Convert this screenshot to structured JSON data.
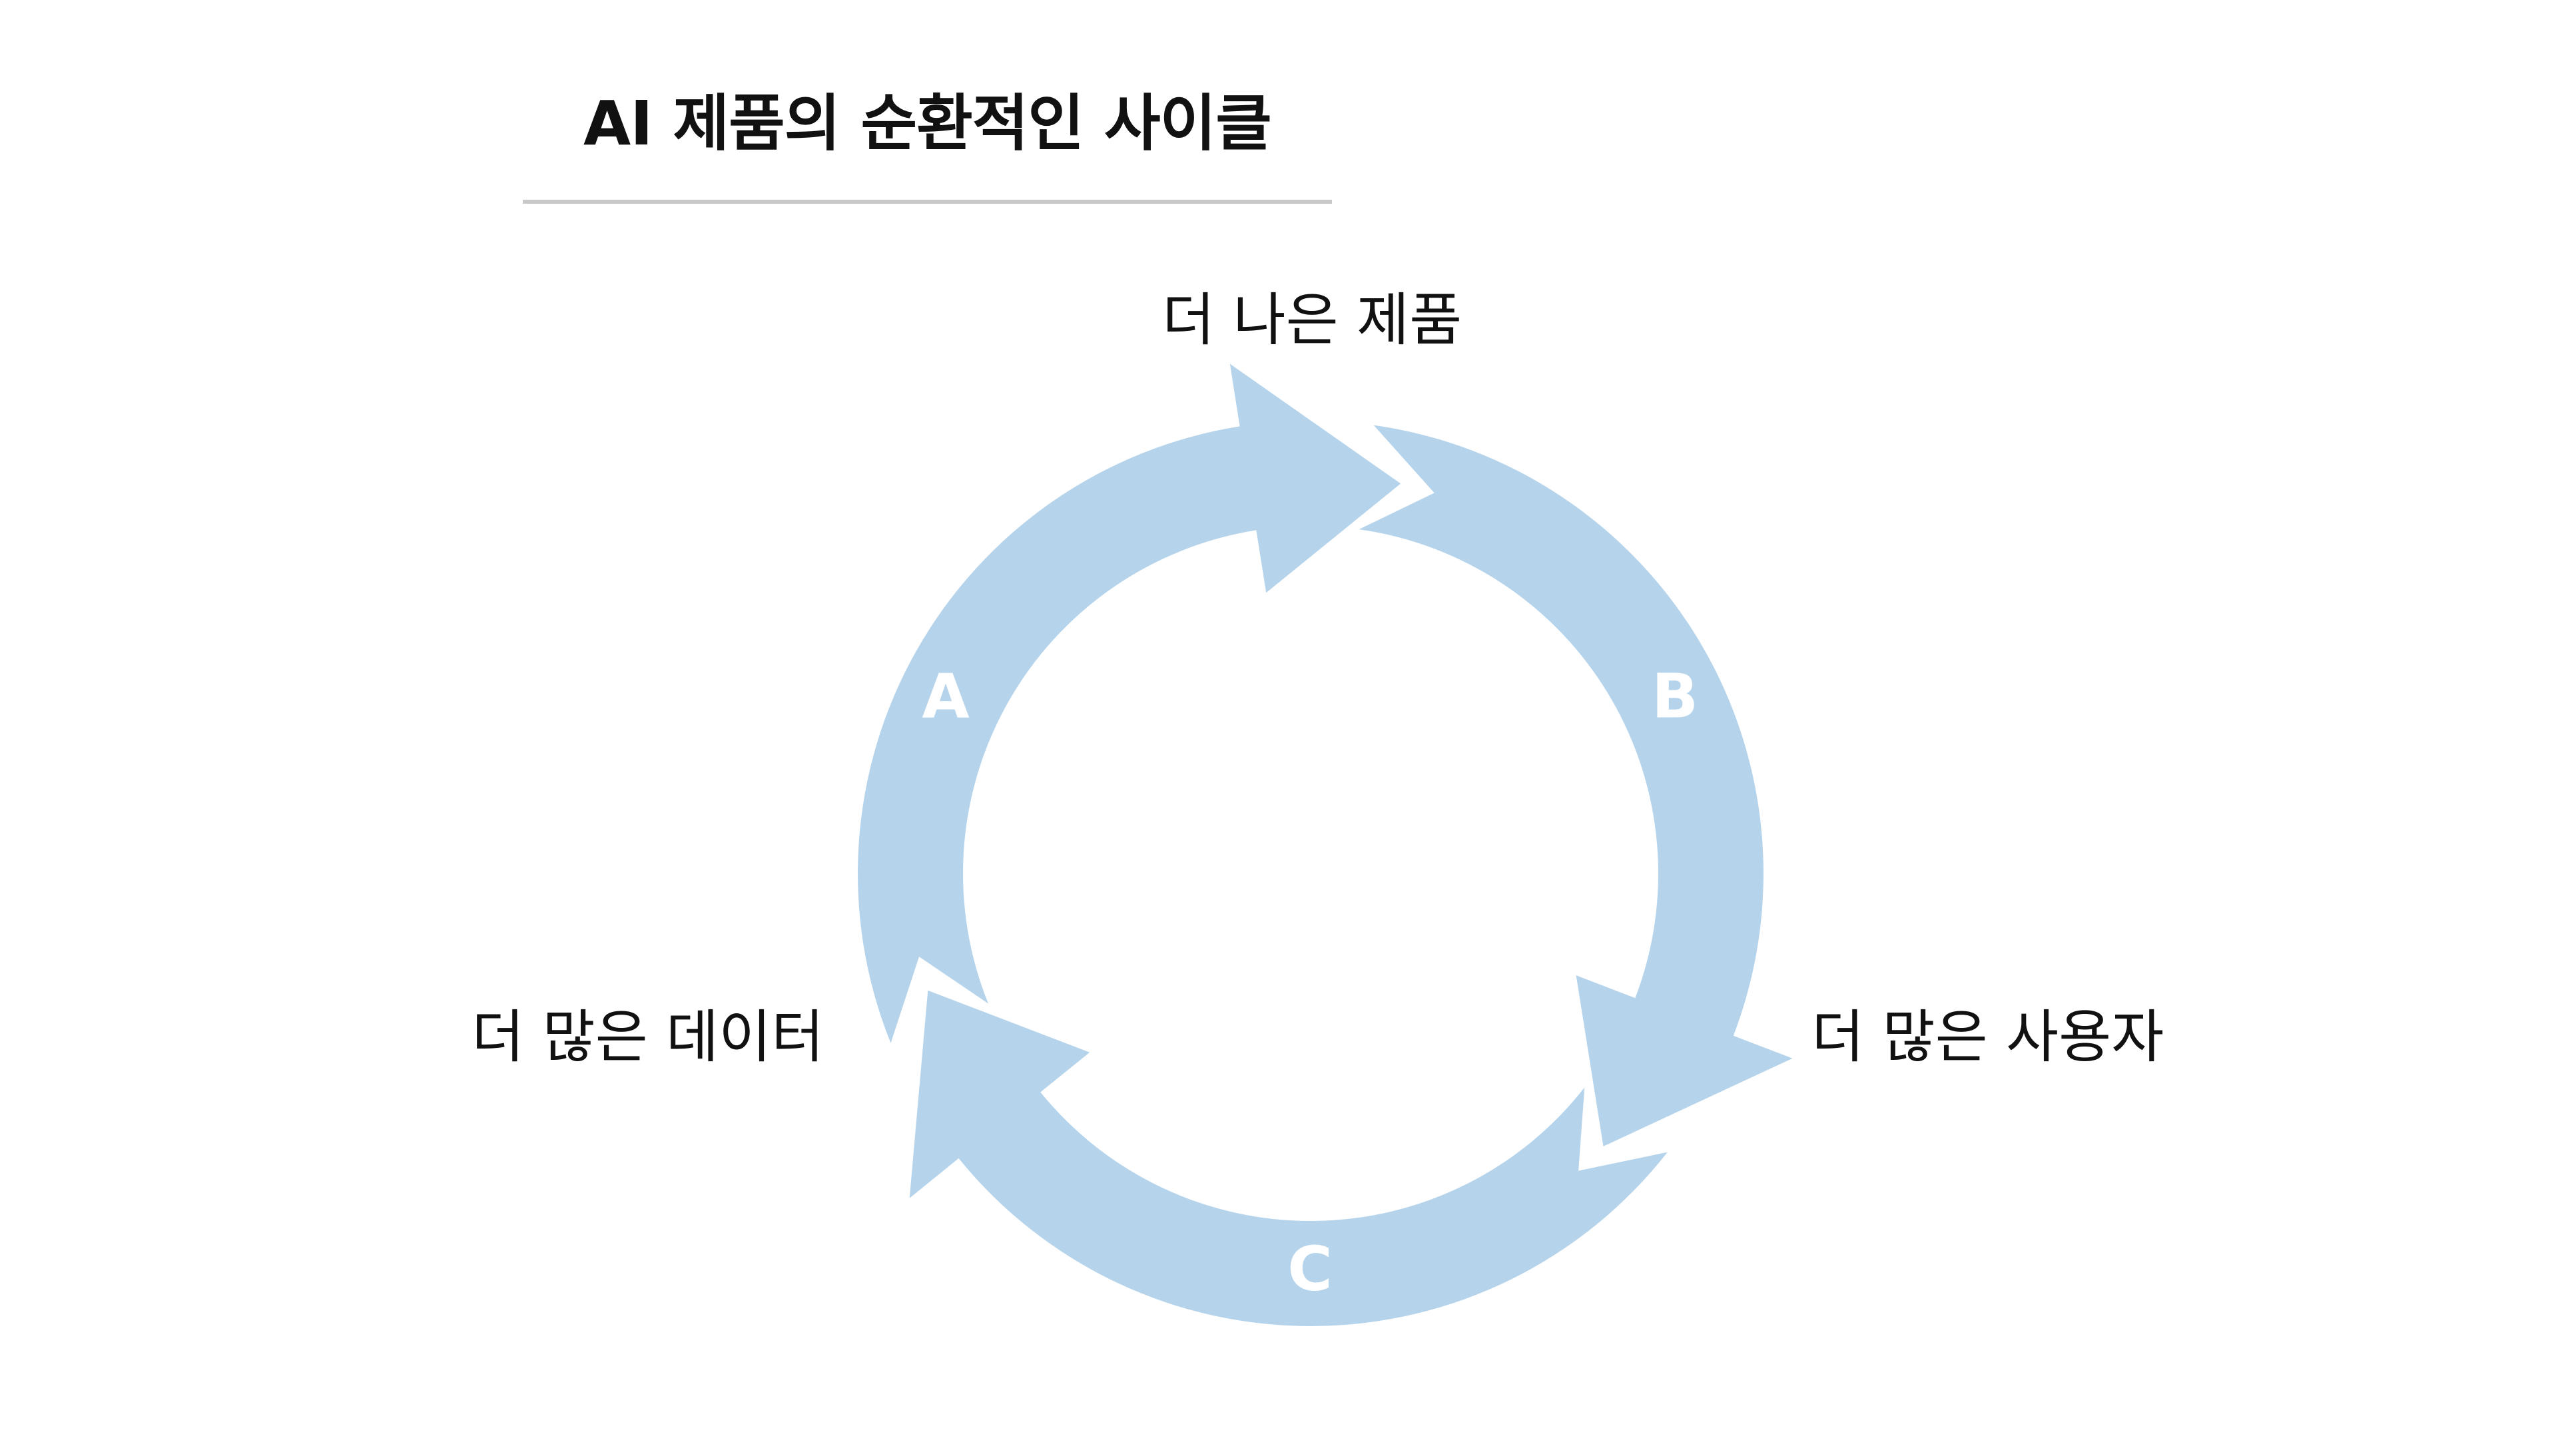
{
  "title": "AI 제품의 순환적인 사이클",
  "nodes": {
    "top": "더 나은 제품",
    "right": "더 많은 사용자",
    "left": "더 많은 데이터"
  },
  "arcs": {
    "a": "A",
    "b": "B",
    "c": "C"
  },
  "colors": {
    "arrow_fill": "#b5d4ec",
    "title_rule": "#c8c8c8",
    "text": "#111111"
  }
}
